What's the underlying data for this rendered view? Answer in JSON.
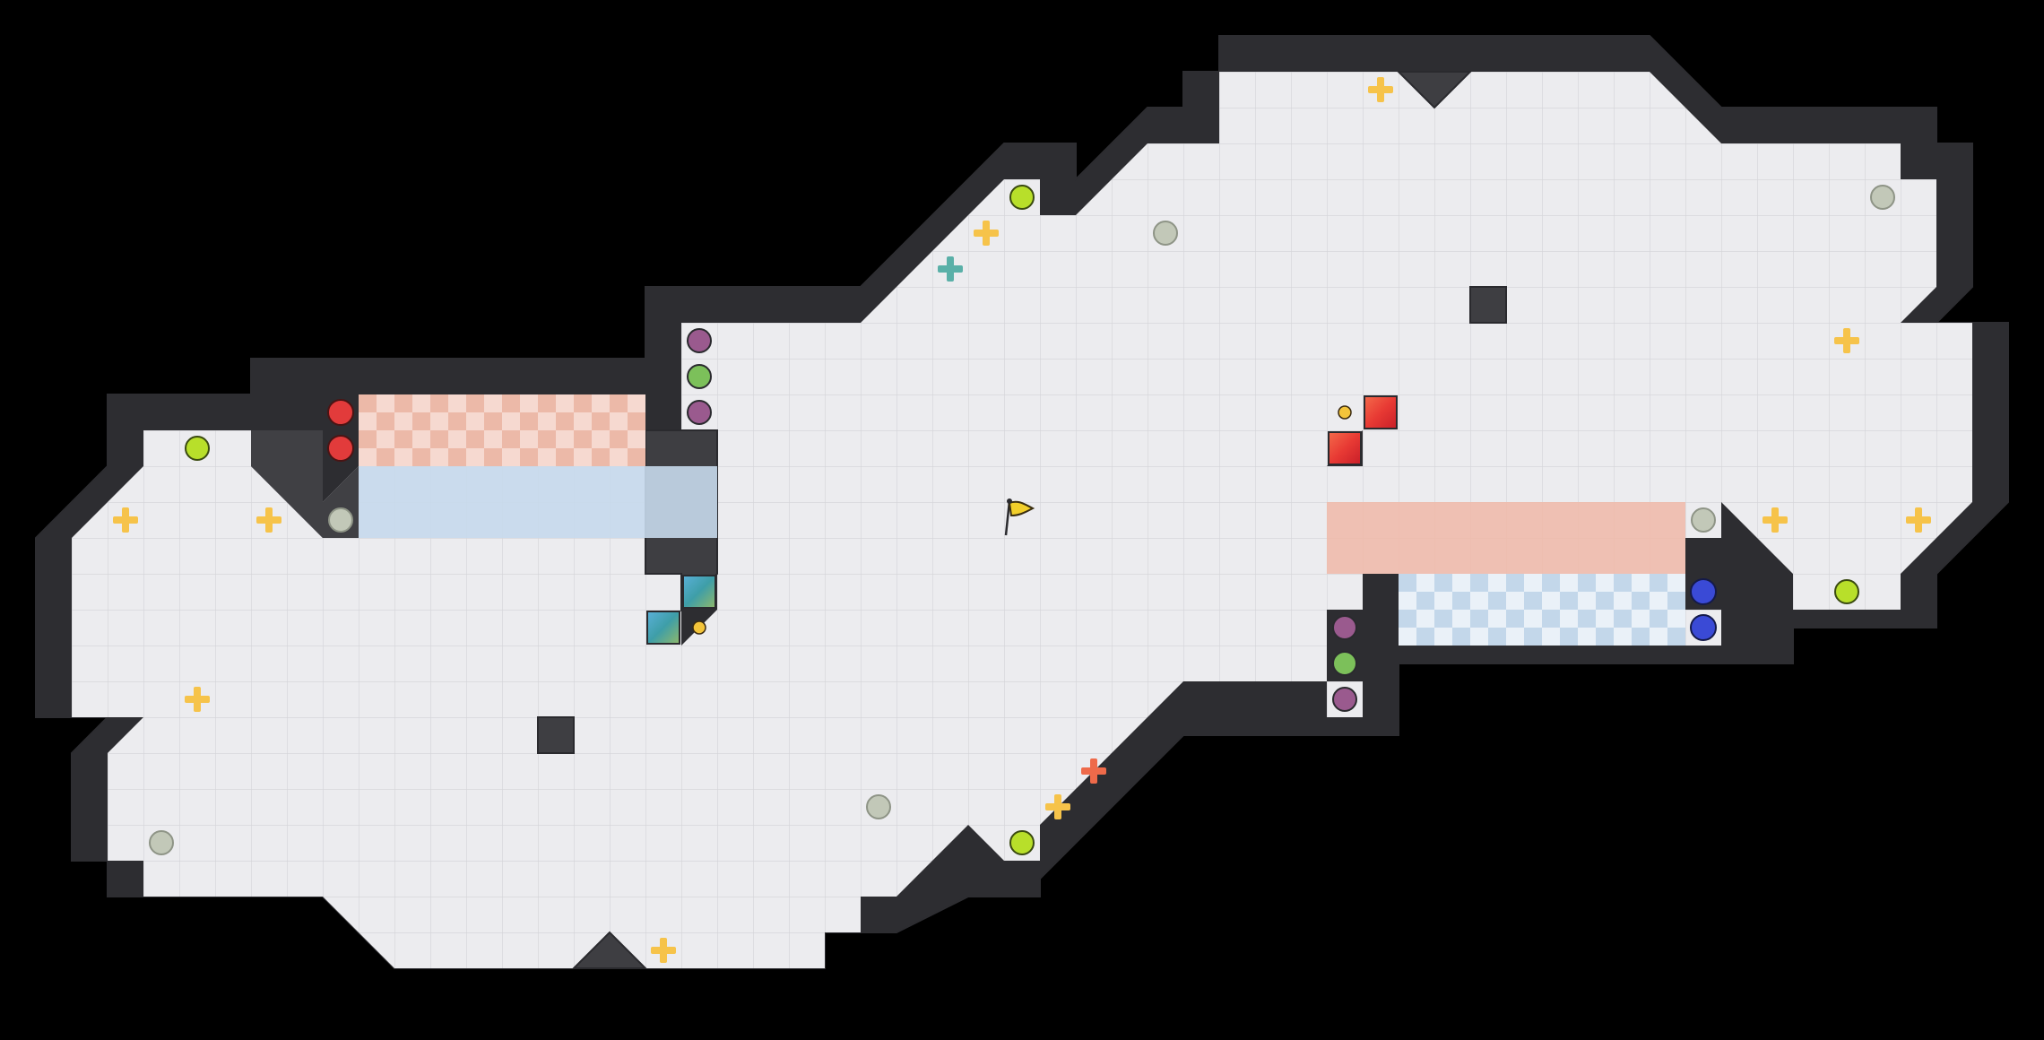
{
  "game": {
    "title": "",
    "colors": {
      "background": "#000000",
      "floor": "#ececef",
      "grid": "#d7d7dc",
      "wall": "#404044",
      "wall_edge": "#2a2a2e",
      "red_team": "#e23b3b",
      "blue_team": "#3a4ad6",
      "red_zone": "#f0b3a4",
      "blue_zone": "#c6d9ec",
      "boost": "#f6c34a",
      "powerup": "#b8df2a",
      "spike": "#b0b6a8",
      "flag": "#f2cf2a",
      "bomb": "#9a5a8e",
      "gate": "#54b48c",
      "portal": "#40a9c4",
      "toggle": "#f3c43a"
    }
  },
  "icons": [
    {
      "name": "flag-icon",
      "glyph": "flag"
    },
    {
      "name": "boost-icon",
      "glyph": "cross"
    },
    {
      "name": "powerup-icon",
      "glyph": "circle"
    },
    {
      "name": "spike-icon",
      "glyph": "circle"
    },
    {
      "name": "bomb-icon",
      "glyph": "circle"
    },
    {
      "name": "team-boost-icon",
      "glyph": "square"
    }
  ]
}
